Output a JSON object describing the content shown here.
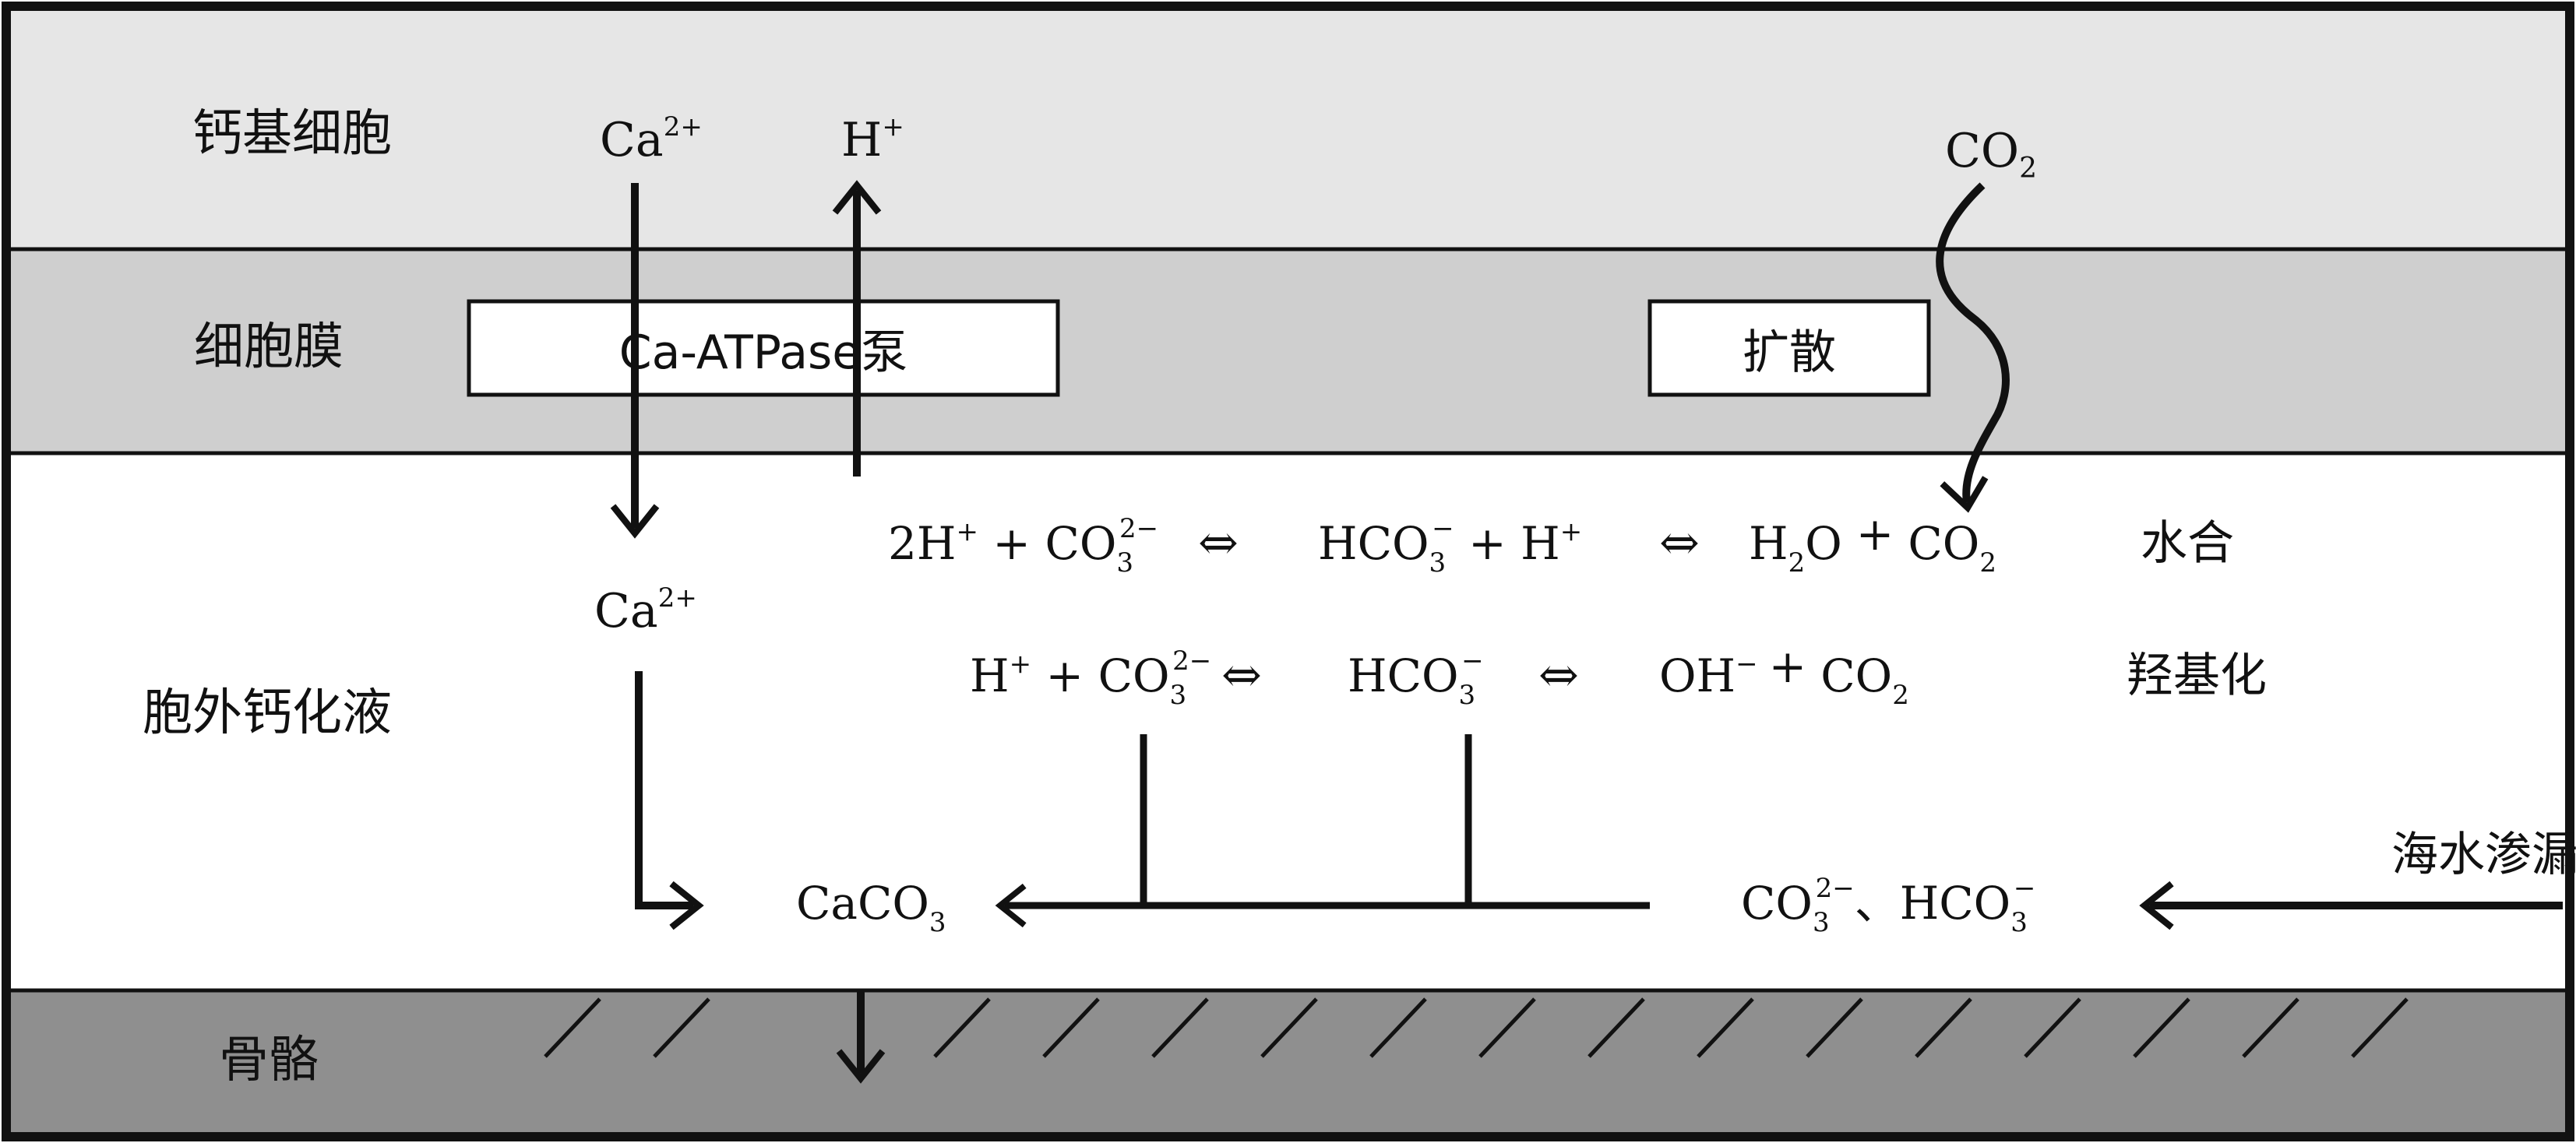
{
  "layers": {
    "cell": "钙基细胞",
    "membrane": "细胞膜",
    "fluid": "胞外钙化液",
    "skeleton": "骨骼"
  },
  "boxes": {
    "pump": "Ca-ATPase泵",
    "diffusion": "扩散"
  },
  "ions": {
    "ca_top": "Ca",
    "ca_top_sup": "2+",
    "h_top": "H",
    "h_top_sup": "+",
    "co2_top": "CO",
    "co2_top_sub": "2",
    "ca_mid": "Ca",
    "ca_mid_sup": "2+"
  },
  "reactions": {
    "hydration_label": "水合",
    "hydroxylation_label": "羟基化",
    "r1_a": "2H",
    "r1_b": "+ CO",
    "r1_c": "HCO",
    "r1_d": "+ H",
    "r1_e": "H",
    "r1_f": "O",
    "r1_g": "+",
    "r1_h": "CO",
    "r2_a": "H",
    "r2_b": "+ CO",
    "r2_c": "HCO",
    "r2_d": "OH",
    "r2_e": "+",
    "r2_f": "CO",
    "sup_plus": "+",
    "sup_2minus": "2−",
    "sup_minus": "−",
    "sub_2": "2",
    "sub_3": "3",
    "arrow_eq": "⇔"
  },
  "bottom": {
    "caco3": "CaCO",
    "caco3_sub": "3",
    "seep_label": "海水渗漏",
    "co3": "CO",
    "co3_sub": "3",
    "co3_sup": "2−",
    "sep": "、",
    "hco3": "HCO",
    "hco3_sub": "3",
    "hco3_sup": "−"
  },
  "colors": {
    "cell_layer": "#e6e6e6",
    "membrane_layer": "#cfcfcf",
    "fluid_layer": "#ffffff",
    "skeleton_layer": "#8f8f8f",
    "stroke": "#111111"
  }
}
